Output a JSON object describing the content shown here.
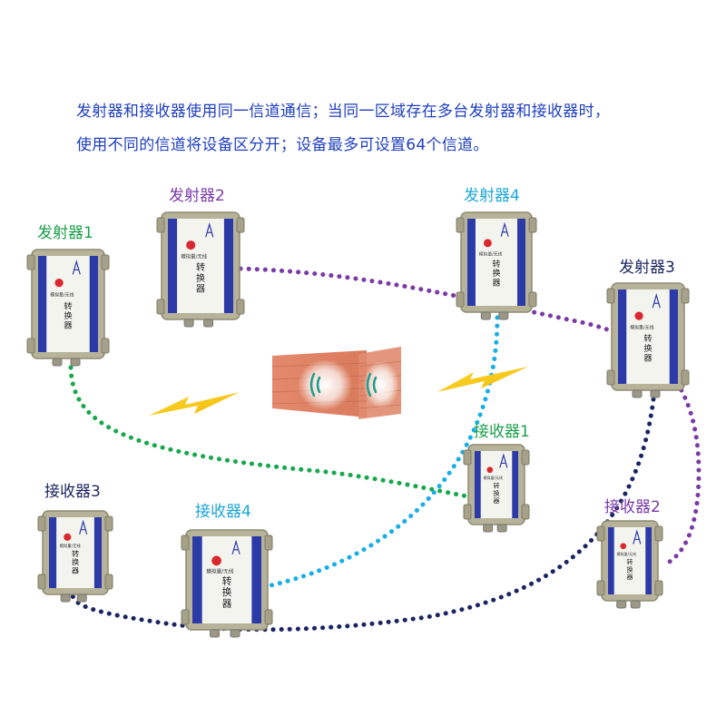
{
  "description": {
    "line1": "发射器和接收器使用同一信道通信；当同一区域存在多台发射器和接收器时，",
    "line2": "使用不同的信道将设备区分开；设备最多可设置64个信道。"
  },
  "device_text": {
    "title": "转换器",
    "subtitle": "模拟量/无线"
  },
  "colors": {
    "text_blue": "#1f3fbf",
    "link_green": "#17a84b",
    "link_purple": "#7b3aa6",
    "link_cyan": "#18aee6",
    "link_navy": "#1a2563",
    "device_body": "#f4f4ef",
    "device_stripe": "#2c3aa8",
    "enclosure": "#b7b39b",
    "wall": "#e2876a",
    "bolt": "#f2c81c"
  },
  "nodes": [
    {
      "id": "tx1",
      "label": "发射器1",
      "role": "transmitter",
      "color": "green"
    },
    {
      "id": "tx2",
      "label": "发射器2",
      "role": "transmitter",
      "color": "purple"
    },
    {
      "id": "tx4",
      "label": "发射器4",
      "role": "transmitter",
      "color": "cyan"
    },
    {
      "id": "tx3",
      "label": "发射器3",
      "role": "transmitter",
      "color": "navy"
    },
    {
      "id": "rx1",
      "label": "接收器1",
      "role": "receiver",
      "color": "green"
    },
    {
      "id": "rx3",
      "label": "接收器3",
      "role": "receiver",
      "color": "navy"
    },
    {
      "id": "rx4",
      "label": "接收器4",
      "role": "receiver",
      "color": "cyan"
    },
    {
      "id": "rx2",
      "label": "接收器2",
      "role": "receiver",
      "color": "purple"
    }
  ],
  "links": [
    {
      "from": "tx1",
      "to": "rx1",
      "color": "green",
      "style": "dotted"
    },
    {
      "from": "tx2",
      "to": "rx2",
      "color": "purple",
      "style": "dotted"
    },
    {
      "from": "tx4",
      "to": "rx4",
      "color": "cyan",
      "style": "dotted"
    },
    {
      "from": "tx3",
      "to": "rx3",
      "color": "navy",
      "style": "dotted"
    }
  ],
  "icons": [
    "wall-icon",
    "lightning-icon",
    "wireless-signal-icon",
    "antenna-icon",
    "logo-icon"
  ]
}
